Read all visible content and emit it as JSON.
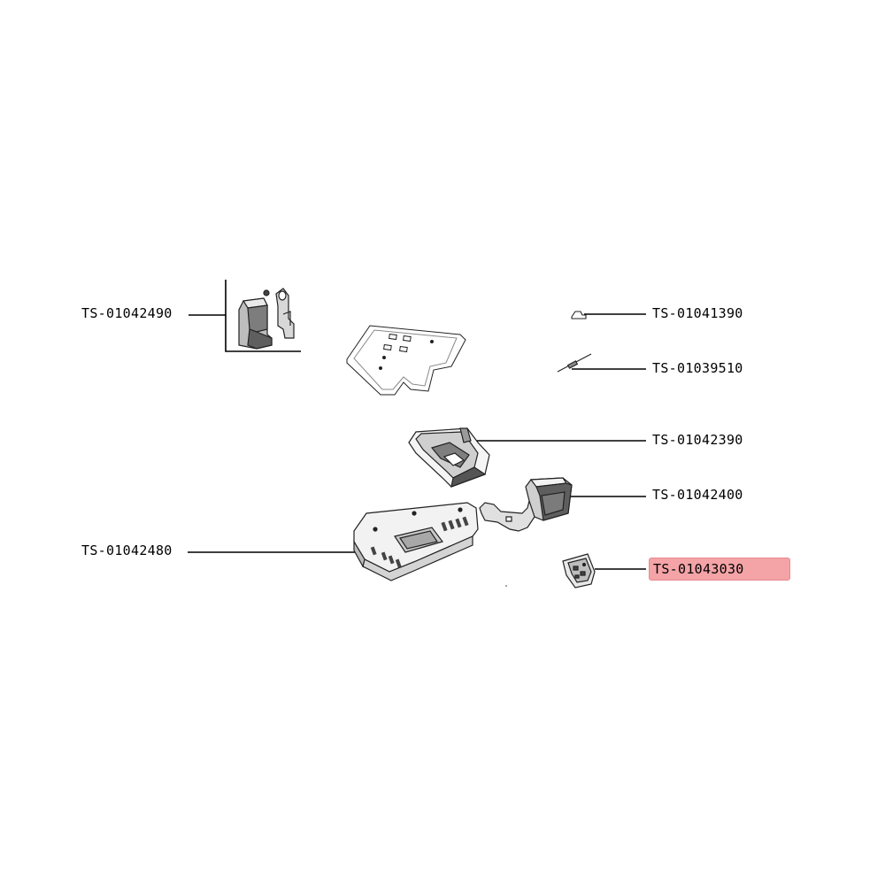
{
  "labels": {
    "part_1": "TS-01042490",
    "part_2": "TS-01041390",
    "part_3": "TS-01039510",
    "part_4": "TS-01042390",
    "part_5": "TS-01042400",
    "part_6": "TS-01042480",
    "part_7": "TS-01043030"
  },
  "highlight": {
    "label_key": "part_7",
    "color": "#f4a3a6"
  },
  "colors": {
    "line": "#000000",
    "part_stroke": "#222222",
    "part_fill": "#ffffff",
    "part_shade": "#9a9a9a",
    "part_dark": "#555555"
  }
}
